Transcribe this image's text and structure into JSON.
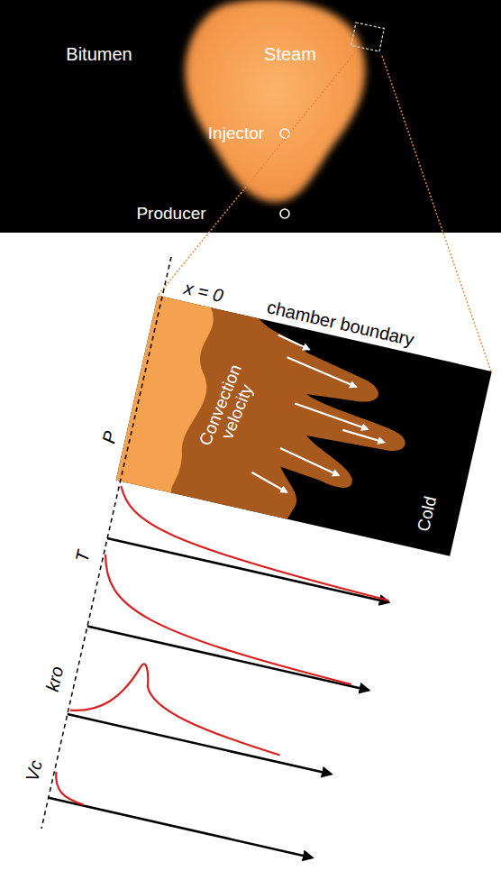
{
  "diagram": {
    "labels": [
      "Bitumen",
      "Steam",
      "Injector",
      "Producer",
      "x = 0",
      "chamber boundary",
      "Convection velocity",
      "Cold",
      "P",
      "T",
      "kro",
      "Vc"
    ]
  }
}
